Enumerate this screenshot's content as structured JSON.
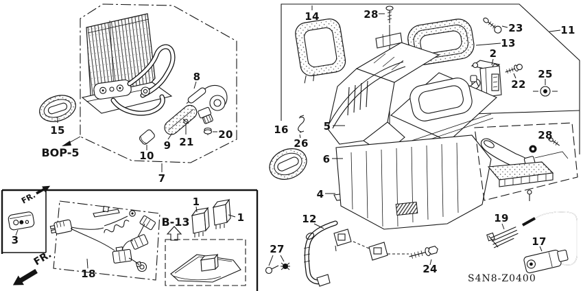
{
  "diagram": {
    "code": "S4N8-Z0400",
    "colors": {
      "ink": "#141414",
      "paper": "#ffffff"
    },
    "callouts": {
      "c15": "15",
      "c7": "7",
      "c8": "8",
      "c9": "9",
      "c10": "10",
      "c21": "21",
      "c20": "20",
      "bop5": "BOP-5",
      "c3": "3",
      "c18": "18",
      "b13": "B-13",
      "c1a": "1",
      "c1b": "1",
      "fr_right": "FR.",
      "fr_left": "FR.",
      "c14": "14",
      "c28a": "28",
      "c23": "23",
      "c11": "11",
      "c13": "13",
      "c2": "2",
      "c22": "22",
      "c25": "25",
      "c16": "16",
      "c26": "26",
      "c5": "5",
      "c6": "6",
      "c4": "4",
      "c12": "12",
      "c27": "27",
      "c24": "24",
      "c19": "19",
      "c17": "17",
      "c28b": "28"
    }
  }
}
